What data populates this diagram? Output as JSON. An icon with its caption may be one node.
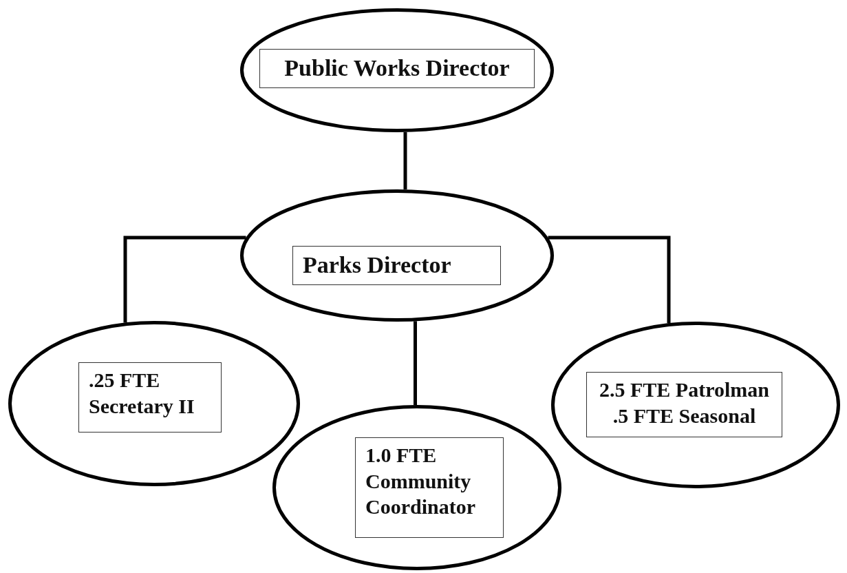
{
  "diagram": {
    "nodes": [
      {
        "text": [
          "Public Works Director"
        ]
      },
      {
        "text": [
          "Parks Director"
        ]
      },
      {
        "text": [
          ".25 FTE Secretary II"
        ]
      },
      {
        "text": [
          "1.0 FTE Community Coordinator"
        ]
      },
      {
        "text": [
          "2.5 FTE Patrolman",
          ".5 FTE Seasonal"
        ]
      }
    ],
    "edges": [
      {
        "from": 0,
        "to": 1,
        "arrow": "none"
      },
      {
        "from": 1,
        "to": 2,
        "arrow": "none"
      },
      {
        "from": 1,
        "to": 3,
        "arrow": "none"
      },
      {
        "from": 1,
        "to": 4,
        "arrow": "none"
      }
    ]
  }
}
